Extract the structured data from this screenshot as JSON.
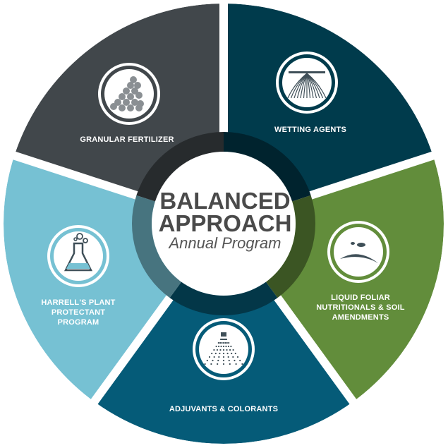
{
  "center": {
    "title_line1": "BALANCED",
    "title_line2": "APPROACH",
    "subtitle": "Annual Program"
  },
  "colors": {
    "granular": "#41474b",
    "wetting": "#003b4c",
    "liquid": "#628d3b",
    "adjuvants": "#055b78",
    "harrells": "#76c1d3"
  },
  "segments": [
    {
      "key": "granular",
      "label_lines": [
        "GRANULAR FERTILIZER"
      ],
      "icon": "granules-icon"
    },
    {
      "key": "wetting",
      "label_lines": [
        "WETTING AGENTS"
      ],
      "icon": "roots-icon"
    },
    {
      "key": "liquid",
      "label_lines": [
        "LIQUID FOLIAR",
        "NUTRITIONALS & SOIL",
        "AMENDMENTS"
      ],
      "icon": "leaf-droplet-icon"
    },
    {
      "key": "adjuvants",
      "label_lines": [
        "ADJUVANTS & COLORANTS"
      ],
      "icon": "spray-icon"
    },
    {
      "key": "harrells",
      "label_lines": [
        "HARRELL'S PLANT",
        "PROTECTANT",
        "PROGRAM"
      ],
      "icon": "flask-icon"
    }
  ]
}
